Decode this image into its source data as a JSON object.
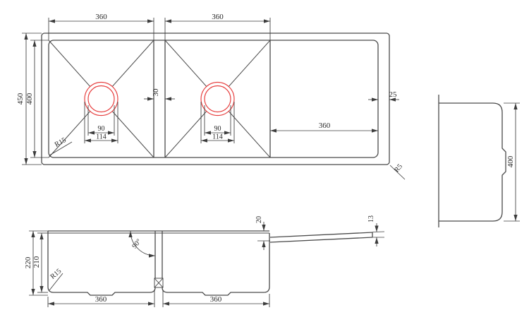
{
  "colors": {
    "line": "#4a4a4a",
    "dimension": "#3c3c3c",
    "drain_highlight": "#e74040"
  },
  "top_view": {
    "bowl1_width": "360",
    "bowl2_width": "360",
    "overall_depth": "450",
    "bowl_depth": "400",
    "divider_width": "30",
    "rim_width": "25",
    "drainboard_width": "360",
    "drain_inner_dia": "90",
    "drain_outer_dia": "114",
    "bowl_corner_radius": "R15",
    "outer_corner_radius": "R5"
  },
  "side_view": {
    "height": "400"
  },
  "front_view": {
    "overall_depth": "220",
    "bowl_depth": "210",
    "bowl_corner_radius": "R15",
    "divider_angle": "90°",
    "bowl1_width": "360",
    "bowl2_width": "360",
    "rim_to_drainboard": "20",
    "drainboard_edge": "13"
  }
}
